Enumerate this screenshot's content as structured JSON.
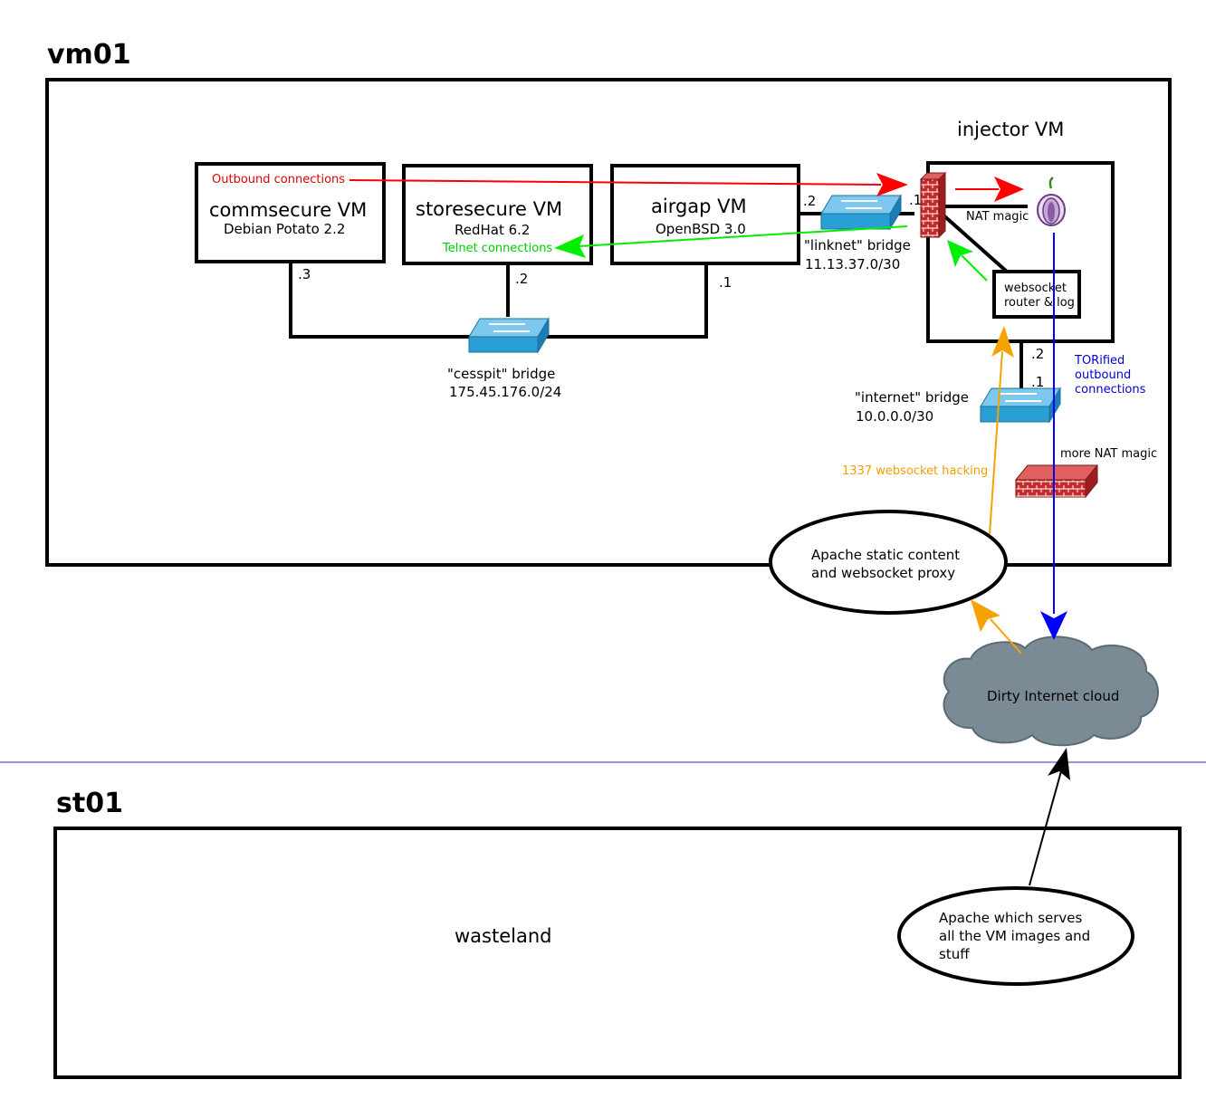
{
  "hosts": {
    "vm01": "vm01",
    "st01": "st01"
  },
  "vms": {
    "commsecure": {
      "title": "commsecure VM",
      "subtitle": "Debian Potato 2.2",
      "addr": ".3"
    },
    "storesecure": {
      "title": "storesecure VM",
      "subtitle": "RedHat 6.2",
      "addr": ".2"
    },
    "airgap": {
      "title": "airgap VM",
      "subtitle": "OpenBSD 3.0",
      "addr": ".1",
      "linknet_addr": ".2"
    },
    "injector": {
      "title": "injector VM",
      "linknet_addr": ".1",
      "internet_addr": ".2"
    }
  },
  "bridges": {
    "cesspit": {
      "name": "\"cesspit\" bridge",
      "subnet": "175.45.176.0/24"
    },
    "linknet": {
      "name": "\"linknet\" bridge",
      "subnet": "11.13.37.0/30"
    },
    "internet": {
      "name": "\"internet\" bridge",
      "subnet": "10.0.0.0/30",
      "addr": ".1"
    }
  },
  "annotations": {
    "outbound": "Outbound connections",
    "telnet": "Telnet connections",
    "nat_magic": "NAT magic",
    "router_line1": "websocket",
    "router_line2": "router & log",
    "torified_line1": "TORified",
    "torified_line2": "outbound",
    "torified_line3": "connections",
    "more_nat": "more NAT magic",
    "websocket_hacking": "1337 websocket hacking"
  },
  "nodes": {
    "apache_proxy_line1": "Apache static content",
    "apache_proxy_line2": "and websocket proxy",
    "cloud": "Dirty Internet cloud",
    "apache_images_line1": "Apache which serves",
    "apache_images_line2": "all the VM images and",
    "apache_images_line3": "stuff",
    "wasteland": "wasteland"
  },
  "colors": {
    "outbound": "#ff0000",
    "telnet": "#00ee00",
    "torified": "#0000ff",
    "websocket": "#f5a300",
    "cloud": "#7a8b95",
    "switch": "#2a9fd6",
    "firewall": "#c62a2a"
  }
}
